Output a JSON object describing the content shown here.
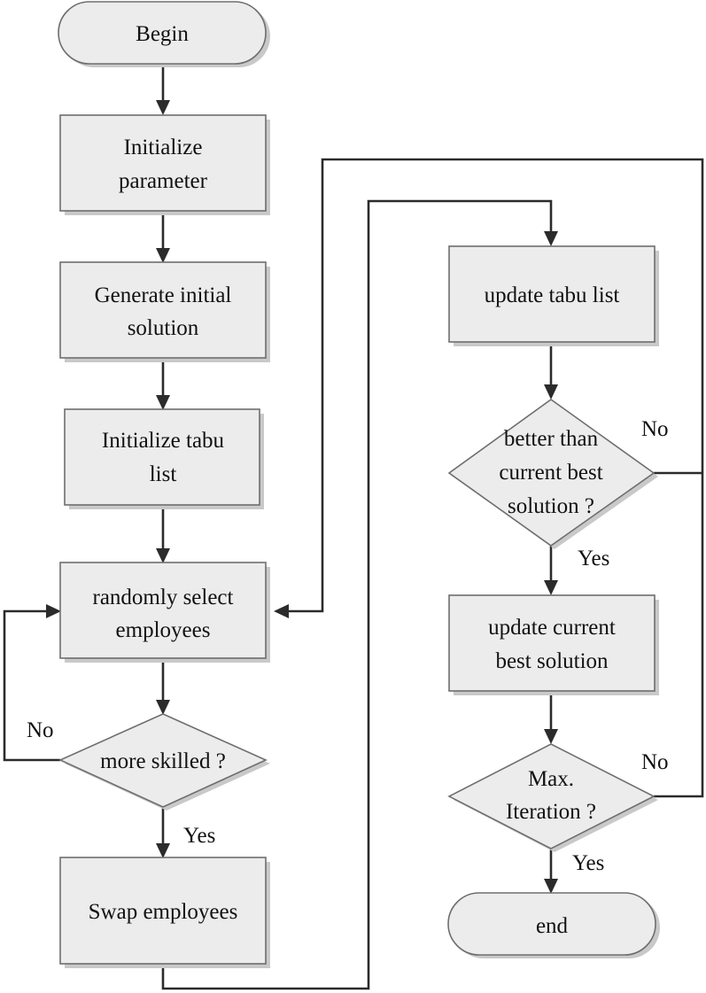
{
  "nodes": {
    "begin": "Begin",
    "init_param": [
      "Initialize",
      "parameter"
    ],
    "gen_initial": [
      "Generate initial",
      "solution"
    ],
    "init_tabu": [
      "Initialize tabu",
      "list"
    ],
    "random_select": [
      "randomly select",
      "employees"
    ],
    "more_skilled": "more skilled ?",
    "swap": "Swap employees",
    "update_tabu": "update tabu list",
    "better_than": [
      "better than",
      "current best",
      "solution ?"
    ],
    "update_best": [
      "update current",
      "best solution"
    ],
    "max_iter": [
      "Max.",
      "Iteration ?"
    ],
    "end": "end"
  },
  "edge_labels": {
    "skilled_no": "No",
    "skilled_yes": "Yes",
    "better_no": "No",
    "better_yes": "Yes",
    "max_no": "No",
    "max_yes": "Yes"
  }
}
